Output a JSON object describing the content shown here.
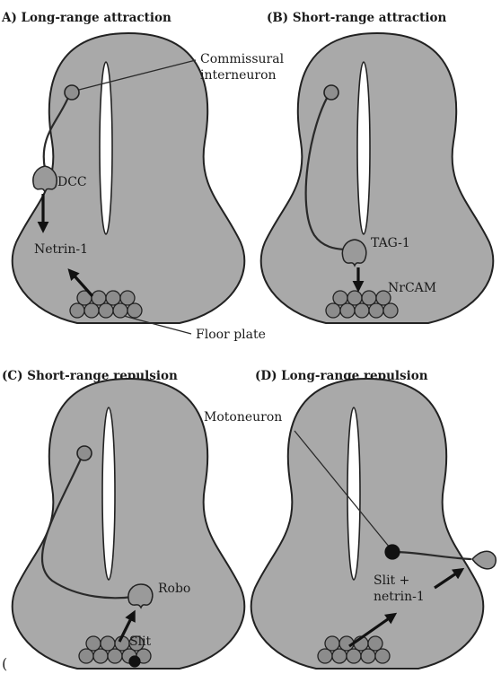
{
  "panels": {
    "a": {
      "title": "A) Long-range attraction",
      "labels": {
        "commissural_1": "Commissural",
        "commissural_2": "interneuron",
        "dcc": "DCC",
        "netrin": "Netrin-1",
        "floor_plate": "Floor plate"
      }
    },
    "b": {
      "title": "(B) Short-range attraction",
      "labels": {
        "tag1": "TAG-1",
        "nrcam": "NrCAM"
      }
    },
    "c": {
      "title": "(C) Short-range repulsion",
      "labels": {
        "robo": "Robo",
        "slit": "Slit"
      }
    },
    "d": {
      "title": "(D) Long-range repulsion",
      "labels": {
        "motoneuron": "Motoneuron",
        "slit_netrin_1": "Slit +",
        "slit_netrin_2": "netrin-1"
      }
    }
  },
  "edge_mark": "(",
  "colors": {
    "tissue": "#a9a9a9",
    "outline": "#222222",
    "soma": "#8f8f8f",
    "background": "#ffffff"
  }
}
